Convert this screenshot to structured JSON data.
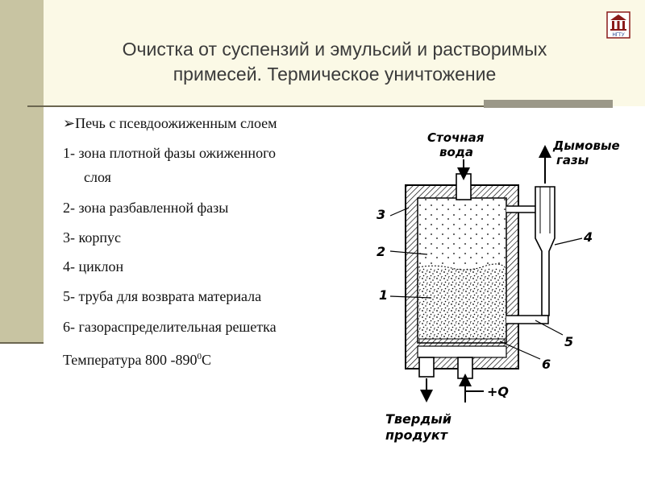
{
  "slide": {
    "title_line1": "Очистка от суспензий и эмульсий и растворимых",
    "title_line2": "примесей. Термическое уничтожение",
    "heading_bullet": "➢",
    "heading": "Печь с псевдоожиженным слоем",
    "items": [
      "1- зона плотной фазы ожиженного",
      "слоя",
      "2- зона разбавленной фазы",
      "3- корпус",
      "4- циклон",
      "5- труба для возврата материала",
      "6- газораспределительная решетка"
    ],
    "temperature_prefix": "Температура 800 -890",
    "temperature_sup": "0",
    "temperature_unit": "С"
  },
  "logo": {
    "text": "НГТУ"
  },
  "diagram": {
    "label_stochnaya_1": "Сточная",
    "label_stochnaya_2": "вода",
    "label_dymovye_1": "Дымовые",
    "label_dymovye_2": "газы",
    "label_tverdyi_1": "Твердый",
    "label_tverdyi_2": "продукт",
    "label_q": "+Q",
    "num_1": "1",
    "num_2": "2",
    "num_3": "3",
    "num_4": "4",
    "num_5": "5",
    "num_6": "6"
  },
  "colors": {
    "header_bg": "#fbf9e6",
    "left_bar": "#c8c4a2",
    "accent_bar": "#9b9888",
    "text": "#3a3a3a"
  }
}
